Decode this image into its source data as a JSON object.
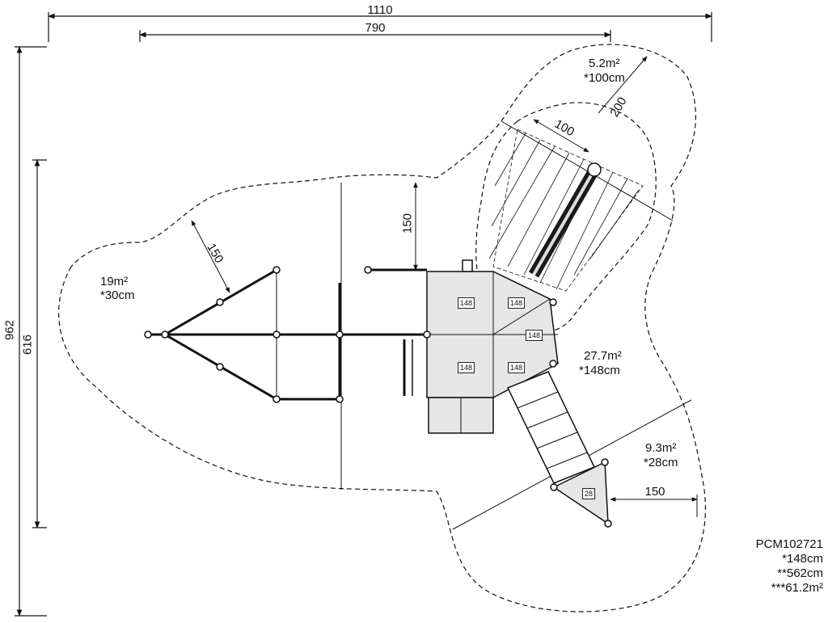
{
  "dimensions": {
    "overall_width": "1110",
    "inner_width": "790",
    "overall_height": "962",
    "inner_height": "616",
    "zone_left_offset": "150",
    "zone_top_offset": "150",
    "slide_zone_width": "100",
    "slide_run_length": "200",
    "ramp_zone_offset": "150"
  },
  "zones": {
    "left": {
      "area": "19m²",
      "fall_height": "*30cm"
    },
    "top_right": {
      "area": "5.2m²",
      "fall_height": "*100cm"
    },
    "center": {
      "area": "27.7m²",
      "fall_height": "*148cm"
    },
    "bottom_right": {
      "area": "9.3m²",
      "fall_height": "*28cm"
    }
  },
  "platform_heights": [
    "148",
    "148",
    "148",
    "148",
    "148",
    "148",
    "28"
  ],
  "legend": {
    "code": "PCM102721",
    "line1": "*148cm",
    "line2": "**562cm",
    "line3": "***61.2m²"
  },
  "colors": {
    "line": "#111111",
    "equipment_fill": "#e6e6e6",
    "slide_dark": "#1a1a1a"
  }
}
